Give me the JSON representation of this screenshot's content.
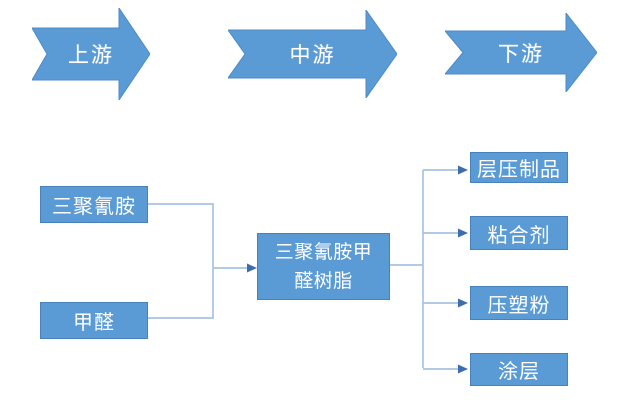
{
  "diagram": {
    "stages": [
      {
        "label": "上游"
      },
      {
        "label": "中游"
      },
      {
        "label": "下游"
      }
    ],
    "upstream_nodes": [
      {
        "label": "三聚氰胺"
      },
      {
        "label": "甲醛"
      }
    ],
    "midstream_node": {
      "label": "三聚氰胺甲醛树脂"
    },
    "downstream_nodes": [
      {
        "label": "层压制品"
      },
      {
        "label": "粘合剂"
      },
      {
        "label": "压塑粉"
      },
      {
        "label": "涂层"
      }
    ],
    "colors": {
      "shape_fill": "#5b9bd5",
      "shape_border": "#4981bc",
      "connector_line": "#a6c3e3",
      "arrowhead": "#3e6cb0",
      "label_text": "#ffffff",
      "background": "#ffffff"
    }
  }
}
